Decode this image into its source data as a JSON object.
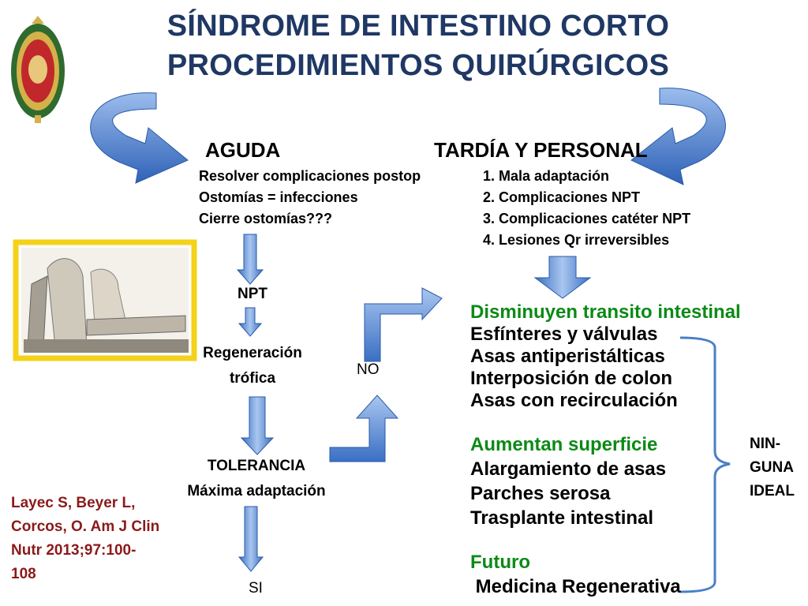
{
  "title": {
    "line1": "SÍNDROME DE INTESTINO CORTO",
    "line2": "PROCEDIMIENTOS QUIRÚRGICOS"
  },
  "aguda": {
    "heading": "AGUDA",
    "items": [
      "Resolver complicaciones postop",
      "Ostomías = infecciones",
      "Cierre ostomías???"
    ]
  },
  "tardia": {
    "heading": "TARDÍA Y PERSONAL",
    "items": [
      "1. Mala adaptación",
      "2. Complicaciones NPT",
      "3. Complicaciones catéter NPT",
      "4. Lesiones Qr irreversibles"
    ]
  },
  "flow": {
    "npt": "NPT",
    "regeneracion_1": "Regeneración",
    "regeneracion_2": "trófica",
    "tolerancia": "TOLERANCIA",
    "maxima": "Máxima adaptación",
    "no": "NO",
    "si": "SI"
  },
  "procedures": {
    "group1_heading": "Disminuyen transito intestinal",
    "group1_items": [
      "Esfínteres y válvulas",
      "Asas antiperistálticas",
      "Interposición de colon",
      "Asas con recirculación"
    ],
    "group2_heading": "Aumentan superficie",
    "group2_items": [
      "Alargamiento de asas",
      "Parches serosa",
      "Trasplante intestinal"
    ],
    "group3_heading": "Futuro",
    "group3_items": [
      " Medicina Regenerativa"
    ]
  },
  "ninguna": [
    "NIN-",
    "GUNA",
    "IDEAL"
  ],
  "citation": [
    "Layec S, Beyer L,",
    "Corcos, O. Am J Clin",
    "Nutr 2013;97:100-",
    "108"
  ],
  "colors": {
    "title": "#1f3864",
    "green": "#0c8a16",
    "citation": "#8b1a1a",
    "arrow_blue": "#5b8ed6",
    "frame_gold": "#f5d21a"
  }
}
